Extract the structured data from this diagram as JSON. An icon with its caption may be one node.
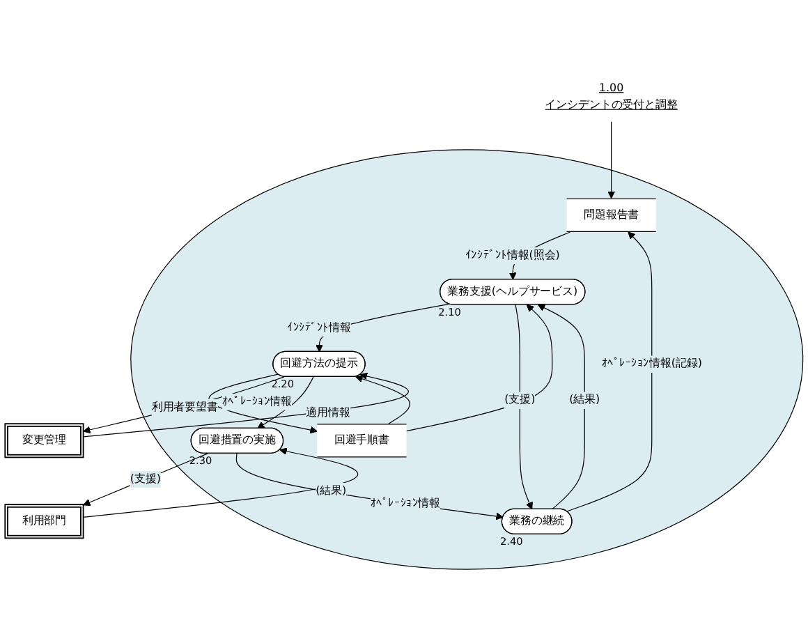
{
  "diagram": {
    "nodes": [
      {
        "text": [],
        "shape": "circle"
      },
      {
        "text": [
          "業務支援(ヘルプサービス)"
        ],
        "in": 0,
        "beside": [
          "2.10"
        ]
      },
      {
        "text": [
          "1.00",
          "インシデントの受付と調整"
        ]
      },
      {
        "text": [
          "回避手順書"
        ],
        "in": 0
      },
      {
        "text": [
          "回避方法の提示"
        ],
        "in": 0,
        "beside": [
          "2.20"
        ]
      },
      {
        "text": [
          "問題報告書"
        ],
        "in": 0
      },
      {
        "text": [
          "変更管理"
        ]
      },
      {
        "text": [
          "回避措置の実施"
        ],
        "in": 0,
        "beside": [
          "2.30"
        ]
      },
      {
        "text": [
          "業務の継続"
        ],
        "in": 0,
        "beside": [
          "2.40"
        ]
      },
      {
        "text": [
          "利用部門"
        ]
      }
    ],
    "edges": [
      {
        "from": 2,
        "to": 5,
        "arrow": "to"
      },
      {
        "from": 5,
        "to": 1,
        "arrow": "to",
        "label": "ｲﾝｼﾃﾞﾝﾄ情報(照会)"
      },
      {
        "from": 1,
        "to": 4,
        "arrow": "to",
        "label": "ｲﾝｼﾃﾞﾝﾄ情報"
      },
      {
        "from": 3,
        "to": 1,
        "arrow": "to"
      },
      {
        "from": 3,
        "to": 4,
        "arrow": "to"
      },
      {
        "from": 4,
        "to": 3,
        "arrow": "to"
      },
      {
        "from": 4,
        "to": 6,
        "arrow": "to",
        "label": "利用者要望書"
      },
      {
        "from": 6,
        "to": 4,
        "arrow": "to",
        "label": "適用情報"
      },
      {
        "from": 4,
        "to": 7,
        "arrow": "to",
        "label": "ｵﾍﾟﾚｰｼｮﾝ情報"
      },
      {
        "from": 7,
        "to": 9,
        "arrow": "to",
        "label": "(支援)"
      },
      {
        "from": 9,
        "to": 7,
        "arrow": "to",
        "label": "(結果)"
      },
      {
        "from": 7,
        "to": 8,
        "arrow": "to",
        "label": "ｵﾍﾟﾚｰｼｮﾝ情報"
      },
      {
        "from": 1,
        "to": 8,
        "arrow": "to",
        "label": "(支援)"
      },
      {
        "from": 8,
        "to": 1,
        "arrow": "to",
        "label": "(結果)"
      },
      {
        "from": 8,
        "to": 5,
        "arrow": "to",
        "label": "ｵﾍﾟﾚｰｼｮﾝ情報(記録)"
      }
    ]
  }
}
